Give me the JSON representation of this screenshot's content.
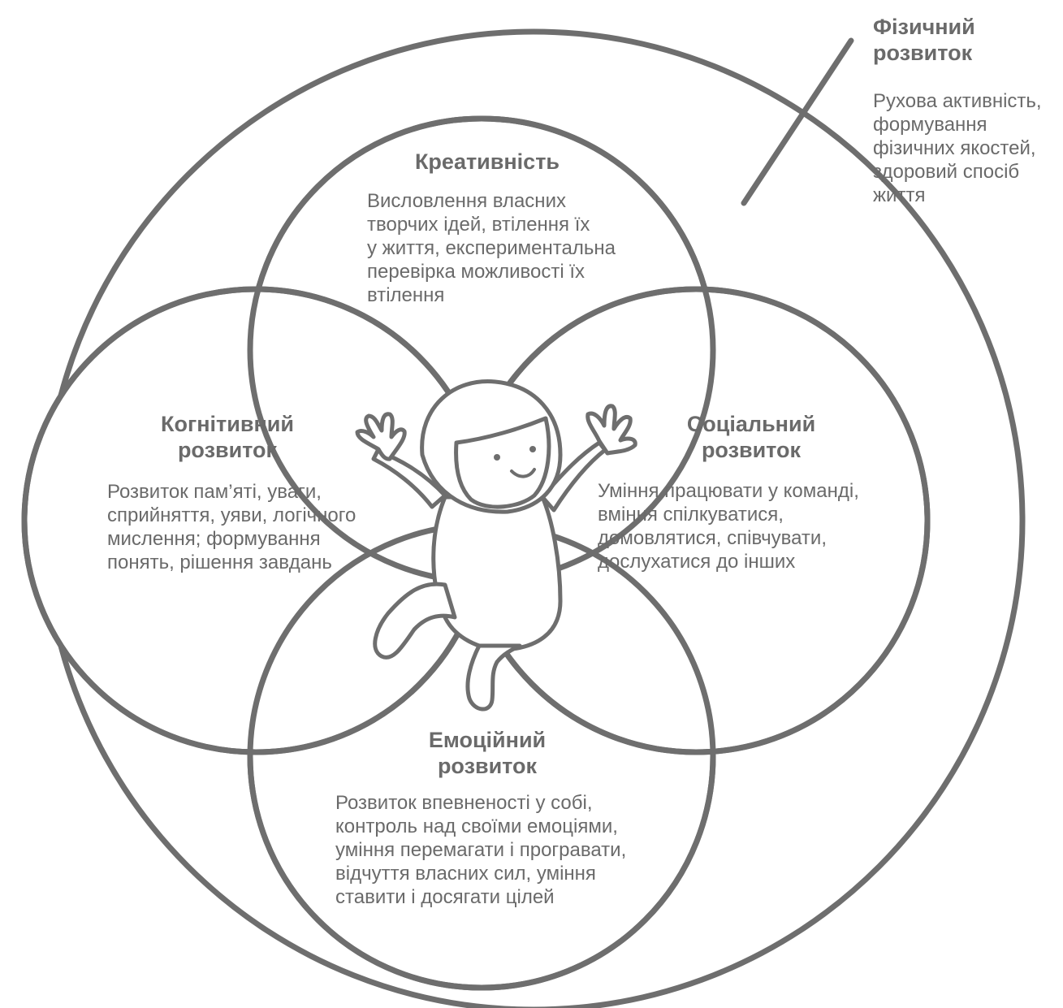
{
  "colors": {
    "stroke": "#6e6e6e",
    "text": "#6a6a6a",
    "background": "#ffffff"
  },
  "physical": {
    "title": "Фізичний\nрозвиток",
    "text": "Рухова активність,\nформування\nфізичних якостей,\nздоровий спосіб\nжиття"
  },
  "creativity": {
    "title": "Креативність",
    "text": "Висловлення власних\nтворчих ідей, втілення їх\nу життя, експериментальна\nперевірка можливості їх\nвтілення"
  },
  "cognitive": {
    "title": "Когнітивний\nрозвиток",
    "text": "Розвиток пам’яті, уваги,\nсприйняття, уяви, логічного\nмислення; формування\nпонять, рішення завдань"
  },
  "social": {
    "title": "Соціальний\nрозвиток",
    "text": "Уміння працювати у команді,\nвміння спілкуватися,\nдомовлятися, співчувати,\nдослухатися до інших"
  },
  "emotional": {
    "title": "Емоційний\nрозвиток",
    "text": "Розвиток впевненості у собі,\nконтроль над своїми емоціями,\nуміння перемагати і програвати,\nвідчуття власних сил, уміння\nставити і досягати цілей"
  },
  "icons": {
    "child": "child-figure-icon"
  }
}
